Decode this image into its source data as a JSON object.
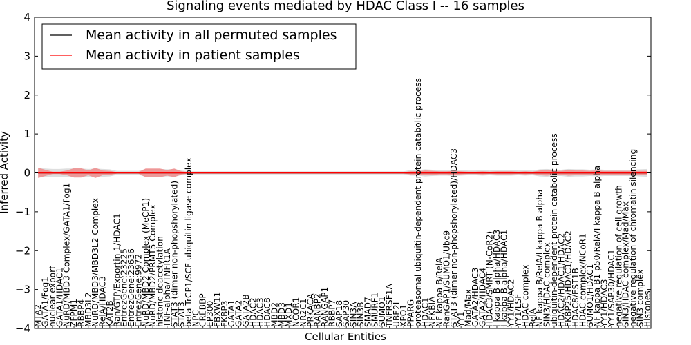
{
  "chart_data": {
    "type": "line",
    "title": "Signaling events mediated by HDAC Class I -- 16 samples",
    "xlabel": "Cellular Entities",
    "ylabel": "Inferred Activity",
    "ylim": [
      -4,
      4
    ],
    "yticks": [
      -4,
      -3,
      -2,
      -1,
      0,
      1,
      2,
      3,
      4
    ],
    "legend_position": "top-left",
    "colors": {
      "permuted": "#000000",
      "patient": "#ff0000",
      "band_patient": "#f08080",
      "band_permuted": "#c8c8c8"
    },
    "categories": [
      "MTA2",
      "GATA1/Fog1",
      "nuclear export",
      "GATA1/HDAC1",
      "NuRD/MBD3 Complex/GATA1/Fog1",
      "ZFPM1",
      "RBBP4",
      "MBD3L2",
      "NuRD/MBD3/MBD3L2 Complex",
      "RelA/HDAC3",
      "KAT2B",
      "Ran/GTP/Exportin 1/HDAC1",
      "EntrezGene:23225",
      "EntrezGene:23636",
      "EntrezGene:9972",
      "NuRD/MBD2 Complex (MeCP1)",
      "NuRD/MBD2/PRMT5 Complex",
      "histone deacetylation",
      "TNF-alpha/TNFR1A",
      "STAT3 (dimer non-phopshorylated)",
      "STAT3",
      "beta TrCP1/SCF ubiquitin ligase complex",
      "NPC",
      "CREBBP",
      "EP300",
      "FBXW11",
      "FKBP3",
      "GATA1",
      "GATA2",
      "GATA2B",
      "HDAC2",
      "HDAC3",
      "HDAC8",
      "MBD2",
      "MBD3",
      "MXD1",
      "NCOR1",
      "NR2C1",
      "PRKACA",
      "RANBP2",
      "RANGAP1",
      "RBBP7",
      "SAP18",
      "SAP30",
      "SIN3A",
      "SIN3B",
      "SMAD7",
      "SMURF1",
      "SUMO1",
      "TNFRSF1A",
      "UBE2I",
      "XPO1",
      "PPARG",
      "proteasomal ubiquitin-dependent protein catabolic process",
      "HDAC1",
      "NFKBIA",
      "NF kappa B/RelA",
      "RanGAP1/SUMO1/Ubc9",
      "STAT3 (dimer non-phopshorylated)/HDAC3",
      "YY1",
      "Mad/Max",
      "GATA2/HDAC3",
      "GATA2/HDAC4",
      "HDAC3/SMRT (N-CoR2)",
      "I kappa B alpha/HDAC3",
      "I kappa B alpha/HDAC1",
      "YY1/HDAC2",
      "YY1/LSF",
      "HDAC complex",
      "RelA",
      "NF kappa B/RelA/I kappa B alpha",
      "SIN3/HDAC complex",
      "ubiquitin-dependent protein catabolic process",
      "HDAC2/HDAC1/HDAC2",
      "FKBP25/HDAC1/HDAC2",
      "HDAC8/EST1B",
      "HDAC complex/NCoR1",
      "SUMO1/HDAC1",
      "NF kappa B1 p50/RelA/I kappa B alpha",
      "YY1/HDAC3",
      "YY1/SAP30/HDAC1",
      "negative regulation of cell growth",
      "SIN3/HDAC complex/Mad/Max",
      "negative regulation of chromatin silencing",
      "SIN3 complex",
      "Histones"
    ],
    "series": [
      {
        "name": "Mean activity in all permuted samples",
        "values": [
          0,
          0,
          0,
          0,
          0,
          0,
          0,
          0,
          0,
          0,
          0,
          0,
          0,
          0,
          0,
          0,
          0,
          0,
          0,
          0,
          0,
          0,
          0,
          0,
          0,
          0,
          0,
          0,
          0,
          0,
          0,
          0,
          0,
          0,
          0,
          0,
          0,
          0,
          0,
          0,
          0,
          0,
          0,
          0,
          0,
          0,
          0,
          0,
          0,
          0,
          0,
          0,
          0,
          0,
          0,
          0,
          0,
          0,
          0,
          0,
          0,
          0,
          0,
          0,
          0,
          0,
          0,
          0,
          0,
          0,
          0,
          0,
          0,
          0,
          0,
          0,
          0,
          0,
          0,
          0,
          0,
          0,
          0,
          0,
          0,
          0
        ]
      },
      {
        "name": "Mean activity in patient samples",
        "values": [
          0,
          0,
          0,
          0,
          0,
          0,
          0,
          0,
          0,
          0,
          0,
          0,
          0,
          0,
          0,
          0,
          0,
          0,
          0,
          0,
          0,
          0,
          0,
          0,
          0,
          0,
          0,
          0,
          0,
          0,
          0,
          0,
          0,
          0,
          0,
          0,
          0,
          0,
          0,
          0,
          0,
          0,
          0,
          0,
          0,
          0,
          0,
          0,
          0,
          0,
          0,
          0,
          0,
          0,
          0,
          0,
          0,
          0,
          0,
          0,
          0,
          0,
          0,
          0,
          0,
          0,
          0,
          0,
          0,
          0,
          0,
          0,
          0,
          0,
          0,
          0,
          0,
          0,
          0,
          0,
          0,
          0,
          0,
          0,
          0,
          0
        ]
      }
    ],
    "patient_band_halfwidth": [
      0.13,
      0.08,
      0.03,
      0.03,
      0.06,
      0.12,
      0.12,
      0.06,
      0.13,
      0.06,
      0.05,
      0.02,
      0.02,
      0.02,
      0.02,
      0.11,
      0.11,
      0.11,
      0.07,
      0.11,
      0.04,
      0.02,
      0.02,
      0.02,
      0.02,
      0.02,
      0.02,
      0.02,
      0.02,
      0.02,
      0.02,
      0.02,
      0.02,
      0.02,
      0.02,
      0.02,
      0.02,
      0.02,
      0.02,
      0.02,
      0.02,
      0.02,
      0.02,
      0.02,
      0.02,
      0.02,
      0.02,
      0.02,
      0.02,
      0.02,
      0.02,
      0.02,
      0.04,
      0.04,
      0.06,
      0.05,
      0.04,
      0.04,
      0.05,
      0.04,
      0.03,
      0.03,
      0.04,
      0.03,
      0.04,
      0.04,
      0.04,
      0.03,
      0.04,
      0.03,
      0.06,
      0.07,
      0.05,
      0.05,
      0.07,
      0.06,
      0.06,
      0.05,
      0.06,
      0.05,
      0.05,
      0.05,
      0.05,
      0.05,
      0.05,
      0.05
    ],
    "permuted_band_halfwidth": [
      0.12,
      0.11,
      0.1,
      0.1,
      0.11,
      0.11,
      0.11,
      0.1,
      0.11,
      0.1,
      0.09,
      0.05,
      0.05,
      0.05,
      0.05,
      0.1,
      0.1,
      0.1,
      0.09,
      0.1,
      0.06,
      0.04,
      0.04,
      0.04,
      0.04,
      0.04,
      0.04,
      0.04,
      0.04,
      0.04,
      0.04,
      0.04,
      0.04,
      0.04,
      0.04,
      0.04,
      0.04,
      0.04,
      0.04,
      0.04,
      0.04,
      0.04,
      0.04,
      0.04,
      0.04,
      0.04,
      0.04,
      0.04,
      0.04,
      0.04,
      0.04,
      0.04,
      0.07,
      0.07,
      0.09,
      0.08,
      0.07,
      0.07,
      0.08,
      0.07,
      0.06,
      0.06,
      0.07,
      0.06,
      0.07,
      0.07,
      0.07,
      0.06,
      0.07,
      0.06,
      0.09,
      0.1,
      0.08,
      0.08,
      0.1,
      0.09,
      0.09,
      0.08,
      0.09,
      0.08,
      0.08,
      0.08,
      0.08,
      0.08,
      0.09,
      0.1
    ]
  }
}
